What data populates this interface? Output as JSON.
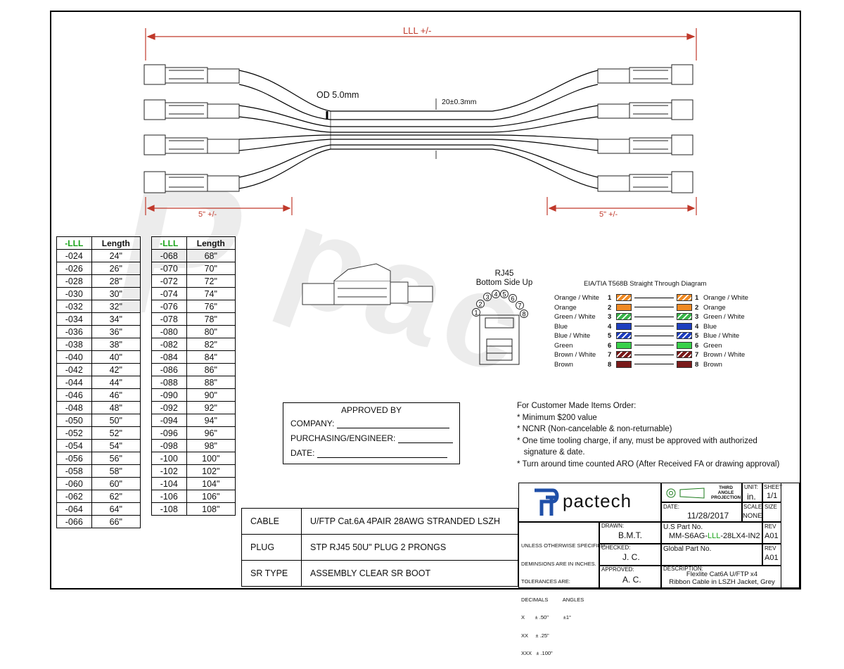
{
  "dims": {
    "overall_length": "LLL +/-",
    "od": "OD 5.0mm",
    "ribbon_width": "20±0.3mm",
    "breakout_left": "5\" +/-",
    "breakout_right": "5\" +/-"
  },
  "length_table_header": {
    "code": "-LLL",
    "length": "Length"
  },
  "length_table_1": [
    [
      "-024",
      "24\""
    ],
    [
      "-026",
      "26\""
    ],
    [
      "-028",
      "28\""
    ],
    [
      "-030",
      "30\""
    ],
    [
      "-032",
      "32\""
    ],
    [
      "-034",
      "34\""
    ],
    [
      "-036",
      "36\""
    ],
    [
      "-038",
      "38\""
    ],
    [
      "-040",
      "40\""
    ],
    [
      "-042",
      "42\""
    ],
    [
      "-044",
      "44\""
    ],
    [
      "-046",
      "46\""
    ],
    [
      "-048",
      "48\""
    ],
    [
      "-050",
      "50\""
    ],
    [
      "-052",
      "52\""
    ],
    [
      "-054",
      "54\""
    ],
    [
      "-056",
      "56\""
    ],
    [
      "-058",
      "58\""
    ],
    [
      "-060",
      "60\""
    ],
    [
      "-062",
      "62\""
    ],
    [
      "-064",
      "64\""
    ],
    [
      "-066",
      "66\""
    ]
  ],
  "length_table_2": [
    [
      "-068",
      "68\""
    ],
    [
      "-070",
      "70\""
    ],
    [
      "-072",
      "72\""
    ],
    [
      "-074",
      "74\""
    ],
    [
      "-076",
      "76\""
    ],
    [
      "-078",
      "78\""
    ],
    [
      "-080",
      "80\""
    ],
    [
      "-082",
      "82\""
    ],
    [
      "-084",
      "84\""
    ],
    [
      "-086",
      "86\""
    ],
    [
      "-088",
      "88\""
    ],
    [
      "-090",
      "90\""
    ],
    [
      "-092",
      "92\""
    ],
    [
      "-094",
      "94\""
    ],
    [
      "-096",
      "96\""
    ],
    [
      "-098",
      "98\""
    ],
    [
      "-100",
      "100\""
    ],
    [
      "-102",
      "102\""
    ],
    [
      "-104",
      "104\""
    ],
    [
      "-106",
      "106\""
    ],
    [
      "-108",
      "108\""
    ]
  ],
  "rj45": {
    "title_1": "RJ45",
    "title_2": "Bottom Side Up",
    "pins": [
      "1",
      "2",
      "3",
      "4",
      "5",
      "6",
      "7",
      "8"
    ]
  },
  "wiring": {
    "title": "EIA/TIA T568B Straight Through Diagram",
    "rows": [
      {
        "pin": "1",
        "left": "Orange / White",
        "right": "Orange / White",
        "color": "#f08a24",
        "striped": true
      },
      {
        "pin": "2",
        "left": "Orange",
        "right": "Orange",
        "color": "#f08a24",
        "striped": false
      },
      {
        "pin": "3",
        "left": "Green / White",
        "right": "Green / White",
        "color": "#39b54a",
        "striped": true
      },
      {
        "pin": "4",
        "left": "Blue",
        "right": "Blue",
        "color": "#1f3fbf",
        "striped": false
      },
      {
        "pin": "5",
        "left": "Blue / White",
        "right": "Blue / White",
        "color": "#1f3fbf",
        "striped": true
      },
      {
        "pin": "6",
        "left": "Green",
        "right": "Green",
        "color": "#39d04a",
        "striped": false
      },
      {
        "pin": "7",
        "left": "Brown / White",
        "right": "Brown / White",
        "color": "#7a1a1a",
        "striped": true
      },
      {
        "pin": "8",
        "left": "Brown",
        "right": "Brown",
        "color": "#7a1a1a",
        "striped": false
      }
    ]
  },
  "approval": {
    "title": "APPROVED BY",
    "company": "COMPANY:",
    "purchasing": "PURCHASING/ENGINEER:",
    "date": "DATE:"
  },
  "notes": [
    "For Customer Made Items Order:",
    "* Minimum $200 value",
    "* NCNR (Non-cancelable & non-returnable)",
    "* One time tooling charge, if any, must be approved with authorized",
    "   signature & date.",
    "* Turn around time counted ARO (After Received FA or drawing approval)"
  ],
  "spec": [
    {
      "label": "CABLE",
      "value": "U/FTP Cat.6A 4PAIR 28AWG STRANDED LSZH"
    },
    {
      "label": "PLUG",
      "value": "STP RJ45 50U\" PLUG 2 PRONGS"
    },
    {
      "label": "SR TYPE",
      "value": "ASSEMBLY  CLEAR SR BOOT"
    }
  ],
  "title_block": {
    "brand": "pactech",
    "projection": "THIRD ANGLE PROJECTION",
    "unit_label": "UNIT:",
    "unit": "in.",
    "sheet_label": "SHEET",
    "sheet": "1/1",
    "date_label": "DATE:",
    "date": "11/28/2017",
    "scale_label": "SCALE",
    "scale": "NONE",
    "size_label": "SIZE",
    "tolerance_1": "UNLESS OTHERWISE SPECIFIED",
    "tolerance_2": "DEMINSIONS ARE IN INCHES.",
    "tolerance_3": "TOLERANCES ARE:",
    "tolerance_4": "DECIMALS          ANGLES",
    "tolerance_5": "X       ± .50\"          ±1°",
    "tolerance_6": "XX     ± .25\"",
    "tolerance_7": "XXX   ± .100\"",
    "drawn_label": "DRAWN:",
    "drawn": "B.M.T.",
    "checked_label": "CHECKED:",
    "checked": "J. C.",
    "approved_label": "APPROVED:",
    "approved": "A. C.",
    "us_part_label": "U.S Part No.",
    "us_part_a": "MM-S6AG-",
    "us_part_b": "LLL",
    "us_part_c": "-28LX4-IN2",
    "rev_label": "REV",
    "rev": "A01",
    "global_part_label": "Global Part No.",
    "rev2": "A01",
    "desc_label": "DESCRIPTION:",
    "desc_1": "Flexlite Cat6A U/FTP x4",
    "desc_2": "Ribbon Cable in LSZH Jacket, Grey"
  },
  "colors": {
    "dim_red": "#c0392b",
    "lll_green": "#1aa31a",
    "brand_blue": "#1f4fa8"
  }
}
